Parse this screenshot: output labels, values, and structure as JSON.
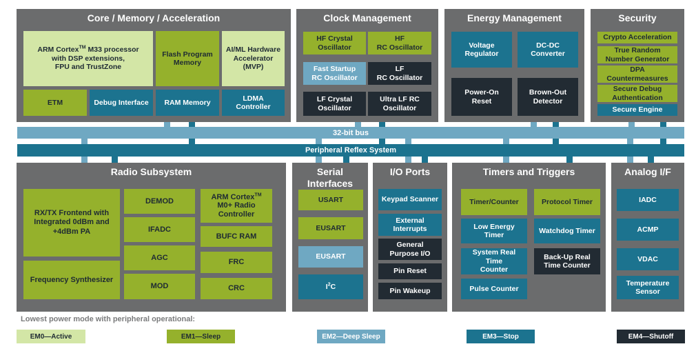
{
  "colors": {
    "panel": "#6b6c6d",
    "em0": "#d3e6a6",
    "em1": "#95b12c",
    "em2": "#6fa8c2",
    "em3": "#1c738f",
    "em4": "#222b33"
  },
  "core": {
    "title": "Core / Memory / Acceleration",
    "arm_line1": "ARM Cortex",
    "arm_tm": "TM",
    "arm_line1b": " M33 processor",
    "arm_line2": "with DSP extensions,",
    "arm_line3": "FPU and TrustZone",
    "flash": "Flash Program\nMemory",
    "aiml": "AI/ML Hardware\nAccelerator\n(MVP)",
    "etm": "ETM",
    "debug": "Debug Interface",
    "ram": "RAM Memory",
    "ldma": "LDMA\nController"
  },
  "clock": {
    "title": "Clock Management",
    "hf_crystal": "HF Crystal\nOscillator",
    "hf_rc": "HF\nRC Oscillator",
    "fast_rc": "Fast Startup\nRC Oscillator",
    "lf_rc": "LF\nRC Oscillator",
    "lf_crystal": "LF Crystal\nOscillator",
    "ulf_rc": "Ultra LF RC\nOscillator"
  },
  "energy": {
    "title": "Energy Management",
    "voltage": "Voltage\nRegulator",
    "dcdc": "DC-DC\nConverter",
    "por": "Power-On\nReset",
    "bod": "Brown-Out\nDetector"
  },
  "security": {
    "title": "Security",
    "crypto": "Crypto Acceleration",
    "trng": "True Random\nNumber Generator",
    "dpa": "DPA\nCountermeasures",
    "secure_debug": "Secure Debug\nAuthentication",
    "secure_engine": "Secure Engine"
  },
  "buses": {
    "bus32": "32-bit bus",
    "prs": "Peripheral Reflex System"
  },
  "radio": {
    "title": "Radio Subsystem",
    "rxtx": "RX/TX Frontend with\nIntegrated 0dBm and\n+4dBm PA",
    "freq": "Frequency Synthesizer",
    "demod": "DEMOD",
    "ifadc": "IFADC",
    "agc": "AGC",
    "mod": "MOD",
    "m0_line1": "ARM Cortex",
    "m0_tm": "TM",
    "m0_line2": "M0+ Radio",
    "m0_line3": "Controller",
    "bufc": "BUFC RAM",
    "frc": "FRC",
    "crc": "CRC"
  },
  "serial": {
    "title": "Serial\nInterfaces",
    "usart": "USART",
    "eusart1": "EUSART",
    "eusart2": "EUSART",
    "i2c_main": "I",
    "i2c_sup": "2",
    "i2c_end": "C"
  },
  "io": {
    "title": "I/O Ports",
    "keypad": "Keypad Scanner",
    "ext_int": "External\nInterrupts",
    "gpio": "General\nPurpose I/O",
    "pin_reset": "Pin Reset",
    "pin_wakeup": "Pin Wakeup"
  },
  "timers": {
    "title": "Timers and Triggers",
    "timer_counter": "Timer/Counter",
    "protocol_timer": "Protocol Timer",
    "le_timer": "Low Energy Timer",
    "watchdog": "Watchdog Timer",
    "sysrtc": "System Real Time\nCounter",
    "burtc": "Back-Up Real\nTime Counter",
    "pulse": "Pulse Counter"
  },
  "analog": {
    "title": "Analog I/F",
    "iadc": "IADC",
    "acmp": "ACMP",
    "vdac": "VDAC",
    "temp": "Temperature\nSensor"
  },
  "legend": {
    "title": "Lowest power mode with peripheral operational:",
    "em0": "EM0—Active",
    "em1": "EM1—Sleep",
    "em2": "EM2—Deep Sleep",
    "em3": "EM3—Stop",
    "em4": "EM4—Shutoff"
  }
}
